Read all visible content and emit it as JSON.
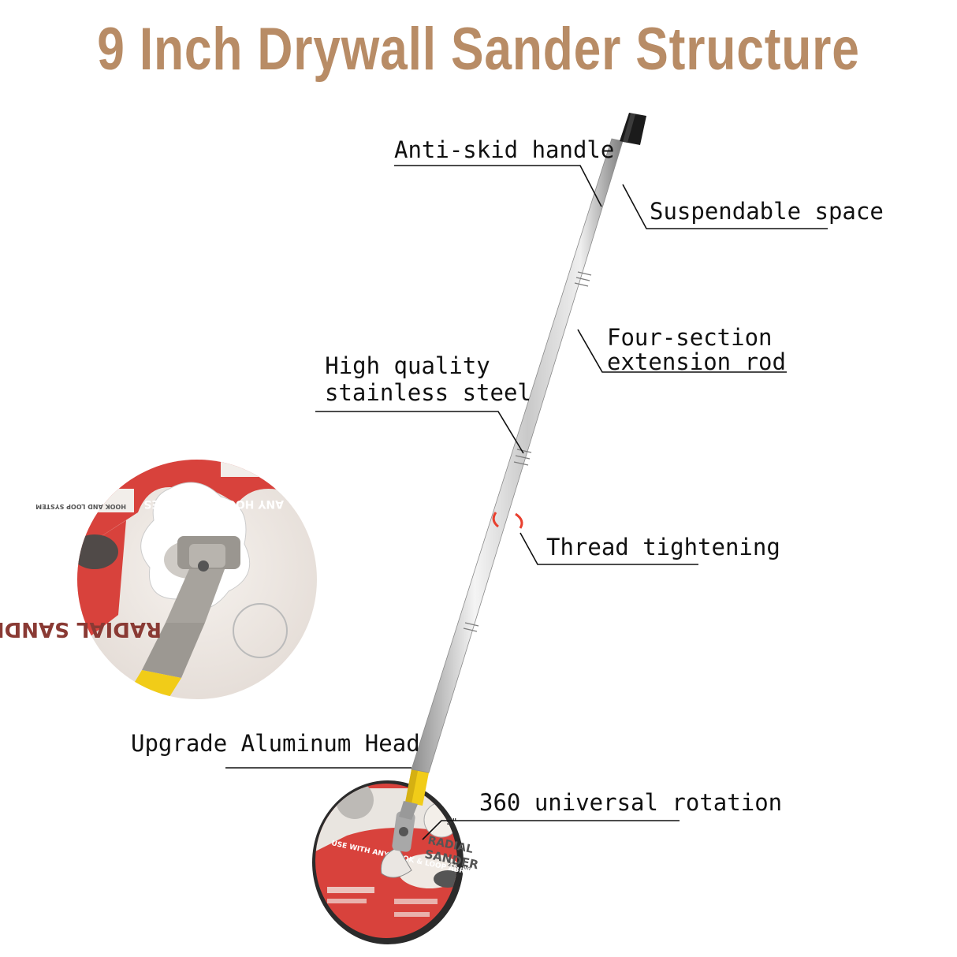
{
  "title": "9 Inch Drywall Sander Structure",
  "labels": {
    "anti_skid_handle": "Anti-skid handle",
    "suspendable_space": "Suspendable space",
    "four_section_1": "Four-section",
    "four_section_2": "extension rod",
    "stainless_1": "High quality",
    "stainless_2": "stainless steel",
    "thread_tightening": "Thread tightening",
    "aluminum_head": "Upgrade Aluminum Head",
    "rotation": "360 universal rotation"
  },
  "colors": {
    "title": "#b88c66",
    "pad_red": "#d8423c",
    "neck_yellow": "#f1cc18",
    "thread_arrow": "#e8402f"
  },
  "product_print": {
    "inset_brand": "RADIAL SANDER",
    "inset_hook": "HOOK AND LOOP SYSTEM",
    "inset_abrasives": "ANY HOOK ABRASIVES",
    "pad_brand_1": "RADIAL",
    "pad_brand_2": "SANDER",
    "pad_use": "USE WITH ANY HOOK & LOOP ABRASIVES",
    "pad_size": "225 mm",
    "pad_inch": "9\""
  }
}
